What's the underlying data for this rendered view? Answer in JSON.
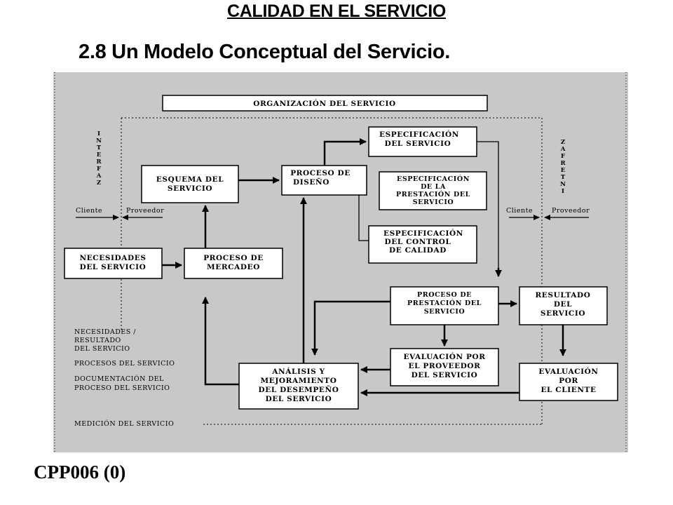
{
  "header": {
    "title": "CALIDAD EN EL SERVICIO",
    "section_title": "2.8 Un Modelo Conceptual del Servicio."
  },
  "diagram": {
    "organization_label": "ORGANIZACIÓN DEL SERVICIO",
    "interface_left": "INTERFAZ",
    "interface_right": "ZAFRETNI",
    "left_cliente": "Cliente",
    "left_proveedor": "Proveedor",
    "right_cliente": "Cliente",
    "right_proveedor": "Proveedor",
    "boxes": {
      "esquema": [
        "ESQUEMA DEL",
        "SERVICIO"
      ],
      "diseno": [
        "PROCESO DE",
        "DISEÑO"
      ],
      "espec_servicio": [
        "ESPECIFICACIÓN",
        "DEL SERVICIO"
      ],
      "espec_prestacion": [
        "ESPECIFICACIÓN",
        "DE LA",
        "PRESTACIÓN DEL",
        "SERVICIO"
      ],
      "espec_control": [
        "ESPECIFICACIÓN",
        "DEL CONTROL",
        "DE CALIDAD"
      ],
      "necesidades": [
        "NECESIDADES",
        "DEL SERVICIO"
      ],
      "mercadeo": [
        "PROCESO DE",
        "MERCADEO"
      ],
      "prestacion": [
        "PROCESO DE",
        "PRESTACIÓN DEL",
        "SERVICIO"
      ],
      "resultado": [
        "RESULTADO",
        "DEL",
        "SERVICIO"
      ],
      "eval_proveedor": [
        "EVALUACIÓN POR",
        "EL PROVEEDOR",
        "DEL SERVICIO"
      ],
      "analisis": [
        "ANÁLISIS Y",
        "MEJORAMIENTO",
        "DEL DESEMPEÑO",
        "DEL SERVICIO"
      ],
      "eval_cliente": [
        "EVALUACIÓN",
        "POR",
        "EL CLIENTE"
      ]
    },
    "legend": {
      "necesidades_resultado": [
        "NECESIDADES /",
        "RESULTADO",
        "DEL SERVICIO"
      ],
      "procesos": [
        "PROCESOS DEL SERVICIO"
      ],
      "documentacion": [
        "DOCUMENTACIÓN DEL",
        "PROCESO DEL SERVICIO"
      ],
      "medicion": [
        "MEDICIÓN DEL SERVICIO"
      ]
    }
  },
  "footer": {
    "code": "CPP006 (0)"
  },
  "colors": {
    "panel_bg": "#c8c8c8",
    "box_bg": "#ffffff",
    "line": "#000000"
  }
}
